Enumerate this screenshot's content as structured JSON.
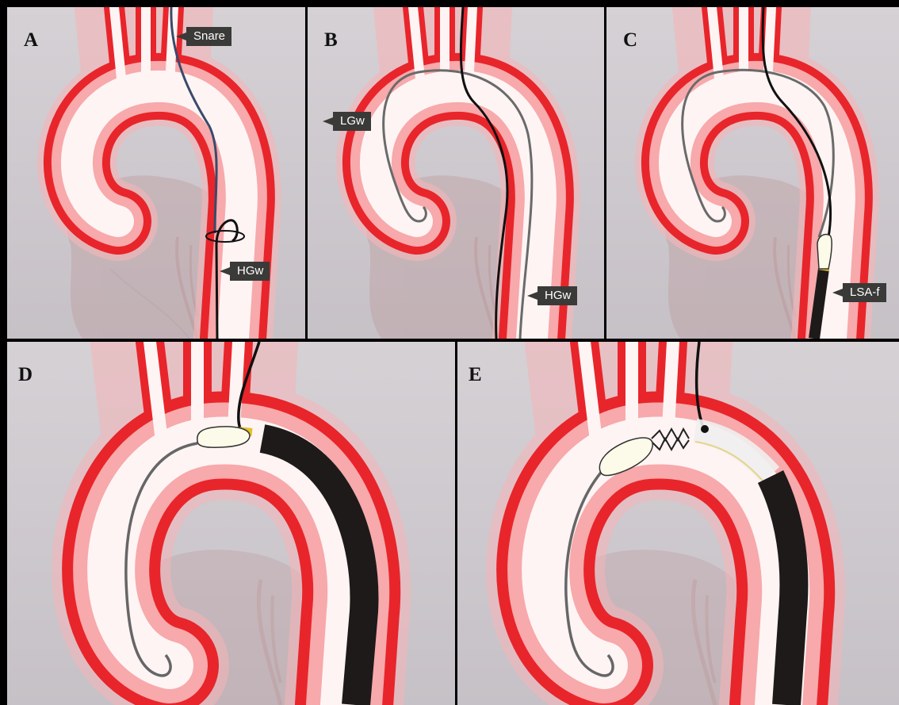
{
  "panels": {
    "a": {
      "letter": "A",
      "labels": {
        "snare": "Snare",
        "hgw": "HGw"
      }
    },
    "b": {
      "letter": "B",
      "labels": {
        "lgw": "LGw",
        "hgw": "HGw"
      }
    },
    "c": {
      "letter": "C",
      "labels": {
        "lsaf": "LSA-f"
      }
    },
    "d": {
      "letter": "D"
    },
    "e": {
      "letter": "E"
    }
  },
  "colors": {
    "aorta_core": "#fff4f4",
    "aorta_wall": "#e8252b",
    "snare_wire": "#3a4a6a",
    "guidewire_gray": "#666666",
    "wire_black": "#111111",
    "sheath": "#1e1a1a",
    "balloon": "#fcfae8",
    "marker": "#e3c02a",
    "label_bg": "#3a3a38"
  },
  "icons": [
    "aortic-arch",
    "heart-silhouette",
    "guidewire",
    "snare-loop",
    "sheath",
    "balloon",
    "stent-graft"
  ]
}
